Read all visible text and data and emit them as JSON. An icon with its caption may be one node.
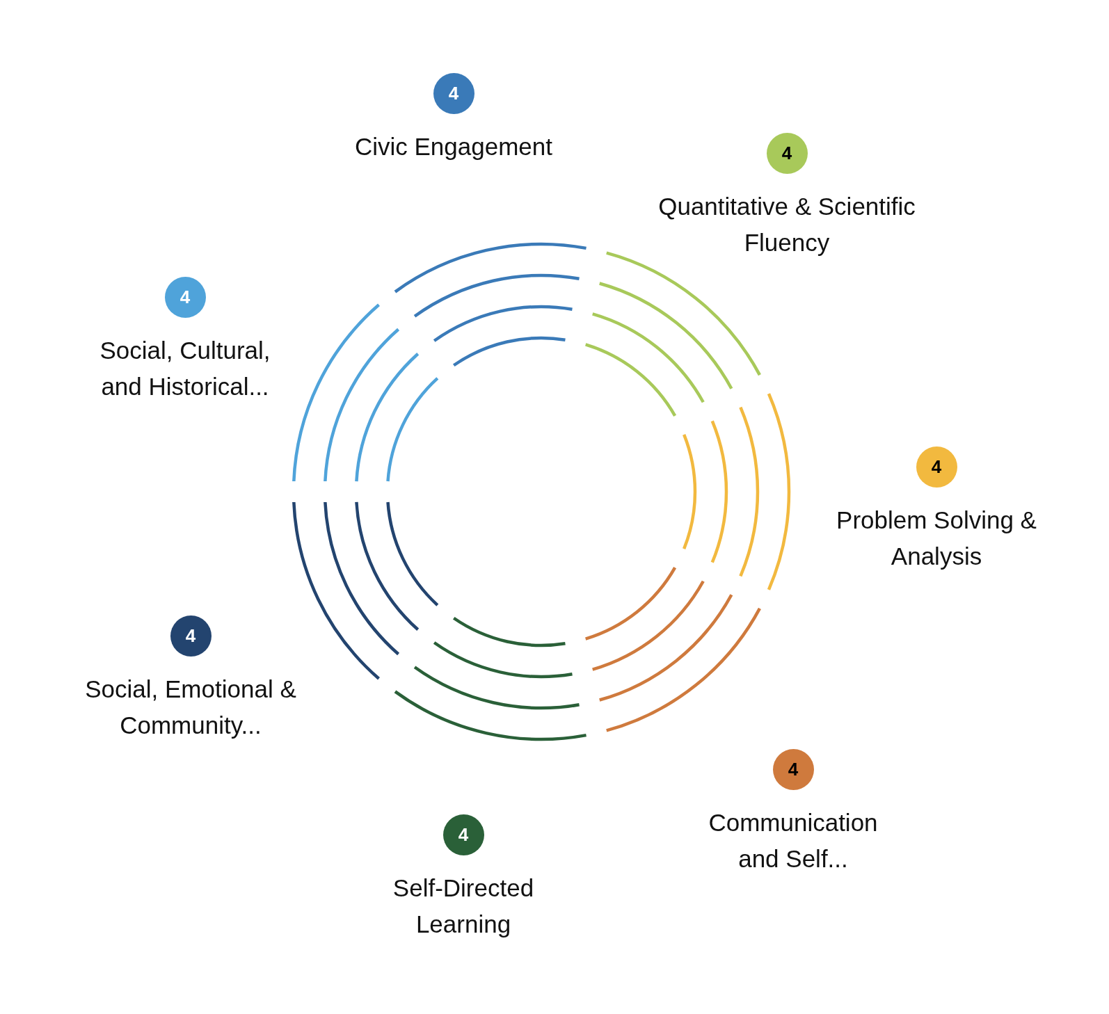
{
  "diagram": {
    "nodes": [
      {
        "text": [
          "4",
          "Civic Engagement"
        ]
      },
      {
        "text": [
          "4",
          "Quantitative & Scientific Fluency"
        ]
      },
      {
        "text": [
          "4",
          "Problem Solving & Analysis"
        ]
      },
      {
        "text": [
          "4",
          "Communication and Self..."
        ]
      },
      {
        "text": [
          "4",
          "Self-Directed Learning"
        ]
      },
      {
        "text": [
          "4",
          "Social, Emotional & Community..."
        ]
      },
      {
        "text": [
          "4",
          "Social, Cultural, and Historical..."
        ]
      }
    ]
  }
}
